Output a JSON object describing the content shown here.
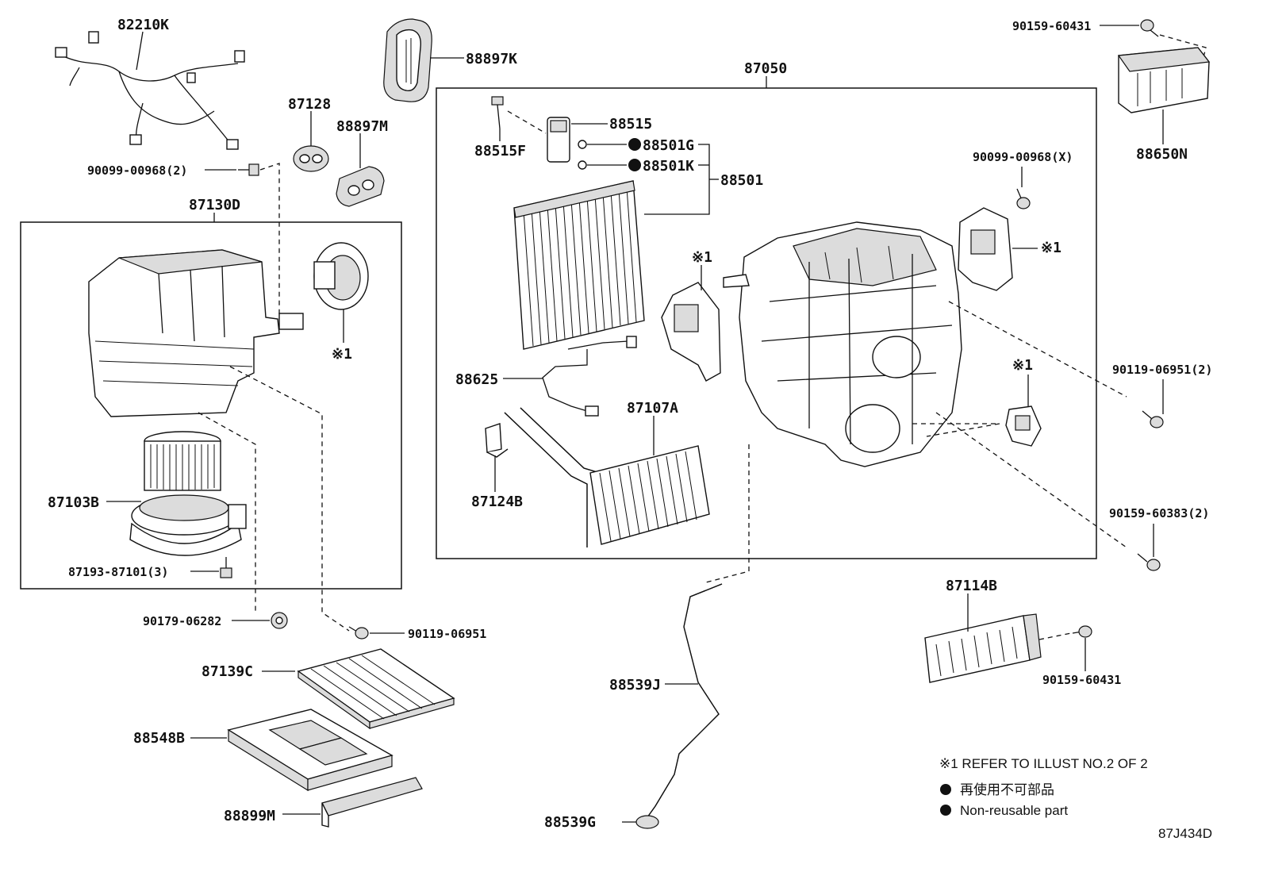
{
  "parts": {
    "p82210K": "82210K",
    "p88897K": "88897K",
    "p87128": "87128",
    "p88897M": "88897M",
    "p90099_00968_2": "90099-00968(2)",
    "p87130D": "87130D",
    "p87050": "87050",
    "p88515": "88515",
    "p88515F": "88515F",
    "p88501G": "88501G",
    "p88501K": "88501K",
    "p88501": "88501",
    "p90099_00968_X": "90099-00968(X)",
    "p90159_60431_top": "90159-60431",
    "p88650N": "88650N",
    "p88625": "88625",
    "p87107A": "87107A",
    "p87124B": "87124B",
    "p87103B": "87103B",
    "p87193_87101_3": "87193-87101(3)",
    "p90119_06951_2": "90119-06951(2)",
    "p90159_60383_2": "90159-60383(2)",
    "p87114B": "87114B",
    "p90159_60431_bot": "90159-60431",
    "p90179_06282": "90179-06282",
    "p90119_06951": "90119-06951",
    "p87139C": "87139C",
    "p88548B": "88548B",
    "p88899M": "88899M",
    "p88539J": "88539J",
    "p88539G": "88539G"
  },
  "refmark": "※1",
  "notes": {
    "refer": "※1 REFER TO ILLUST NO.2 OF 2",
    "nonreuse_jp": "再使用不可部品",
    "nonreuse_en": "Non-reusable part"
  },
  "illustration_id": "87J434D"
}
